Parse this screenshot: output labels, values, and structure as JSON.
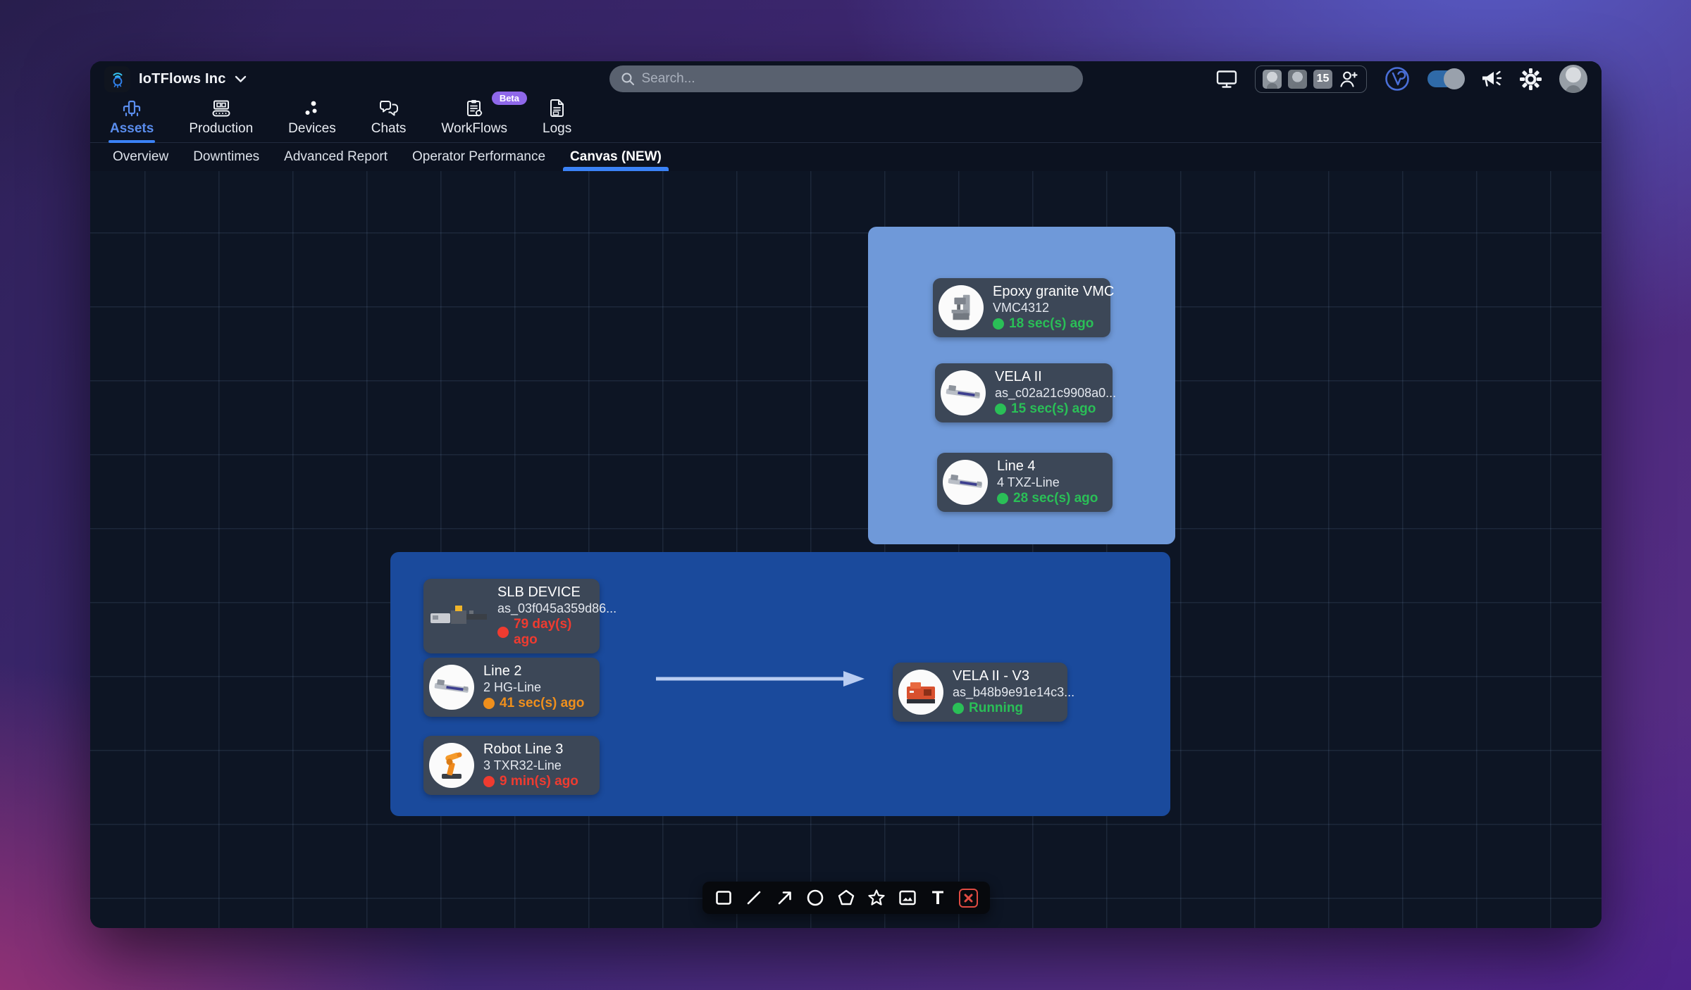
{
  "org": {
    "name": "IoTFlows Inc"
  },
  "topbar": {
    "search_placeholder": "Search...",
    "member_count": "15"
  },
  "nav": {
    "tabs": [
      {
        "label": "Assets",
        "active": true
      },
      {
        "label": "Production",
        "active": false
      },
      {
        "label": "Devices",
        "active": false
      },
      {
        "label": "Chats",
        "active": false
      },
      {
        "label": "WorkFlows",
        "active": false,
        "badge": "Beta"
      },
      {
        "label": "Logs",
        "active": false
      }
    ]
  },
  "subnav": {
    "tabs": [
      {
        "label": "Overview",
        "active": false
      },
      {
        "label": "Downtimes",
        "active": false
      },
      {
        "label": "Advanced Report",
        "active": false
      },
      {
        "label": "Operator Performance",
        "active": false
      },
      {
        "label": "Canvas (NEW)",
        "active": true
      }
    ]
  },
  "canvas": {
    "nodes": [
      {
        "name": "Epoxy granite VMC",
        "id": "VMC4312",
        "status": "18 sec(s) ago",
        "status_color": "green",
        "machine": "vmc-mill"
      },
      {
        "name": "VELA II",
        "id": "as_c02a21c9908a0...",
        "status": "15 sec(s) ago",
        "status_color": "green",
        "machine": "lathe-line"
      },
      {
        "name": "Line 4",
        "id": "4 TXZ-Line",
        "status": "28 sec(s) ago",
        "status_color": "green",
        "machine": "lathe-line"
      },
      {
        "name": "SLB DEVICE",
        "id": "as_03f045a359d86...",
        "status": "79 day(s) ago",
        "status_color": "red",
        "machine": "injection-molder"
      },
      {
        "name": "Line 2",
        "id": "2 HG-Line",
        "status": "41 sec(s) ago",
        "status_color": "orange",
        "machine": "lathe-line"
      },
      {
        "name": "Robot Line 3",
        "id": "3 TXR32-Line",
        "status": "9 min(s) ago",
        "status_color": "red",
        "machine": "robot-arm"
      },
      {
        "name": "VELA II - V3",
        "id": "as_b48b9e91e14c3...",
        "status": "Running",
        "status_color": "green",
        "machine": "cnc-orange"
      }
    ]
  },
  "toolbar": {
    "tools": [
      "rectangle",
      "line",
      "arrow",
      "circle",
      "pentagon",
      "star",
      "image",
      "text",
      "close"
    ],
    "text_label": "T"
  },
  "colors": {
    "accent_blue": "#3b82f6",
    "active_tab_blue": "#5a8dee",
    "group_light_blue": "#6f99d9",
    "group_dark_blue": "#1a4a9c",
    "node_card_bg": "#3c4757",
    "status_green": "#2abf57",
    "status_orange": "#ef8f1c",
    "status_red": "#ef3b30",
    "beta_badge_purple": "#8f68ea",
    "canvas_bg": "#0d1524"
  }
}
